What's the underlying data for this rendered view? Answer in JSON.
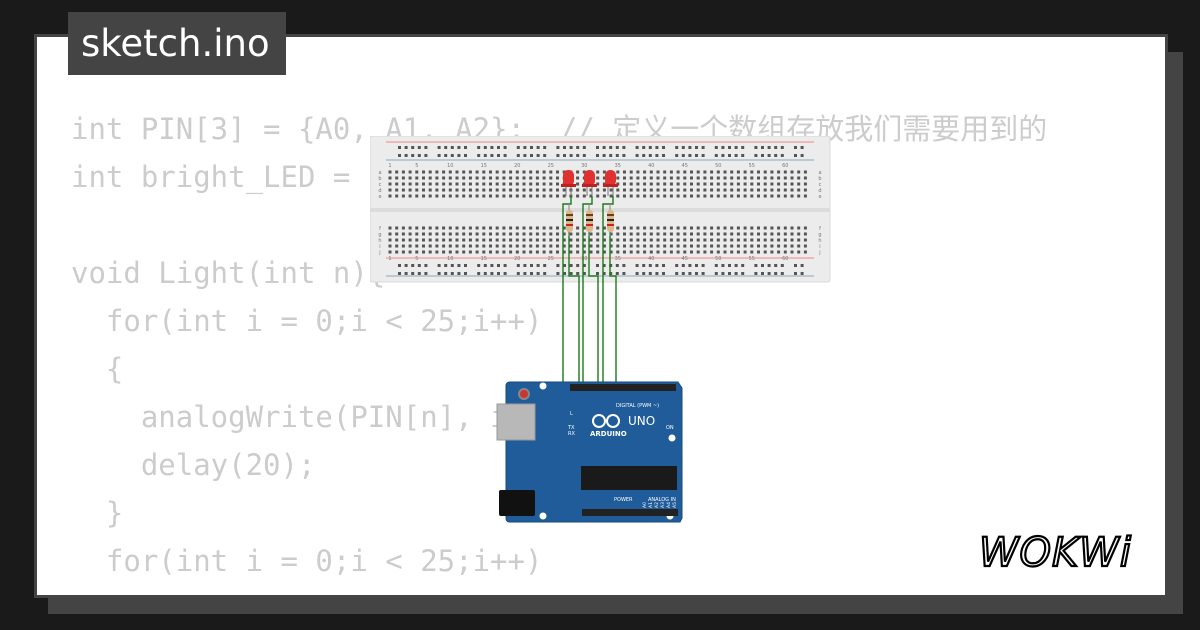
{
  "window": {
    "title": "sketch.ino"
  },
  "code": {
    "lines": [
      "int PIN[3] = {A0, A1, A2};  // 定义一个数组存放我们需要用到的",
      "int bright_LED = ",
      "",
      "void Light(int n){",
      "  for(int i = 0;i < 25;i++)",
      "  {",
      "    analogWrite(PIN[n], i * 10);",
      "    delay(20);",
      "  }",
      "  for(int i = 0;i < 25;i++)",
      "  {"
    ]
  },
  "breadboard": {
    "columns_top": [
      "1",
      "5",
      "10",
      "15",
      "20",
      "25",
      "30",
      "35",
      "40",
      "45",
      "50",
      "55",
      "60"
    ],
    "columns_bottom": [
      "1",
      "5",
      "10",
      "15",
      "20",
      "25",
      "30",
      "35",
      "40",
      "45",
      "50",
      "55",
      "60"
    ],
    "rows_left": [
      "a",
      "b",
      "c",
      "d",
      "e",
      "f",
      "g",
      "h",
      "i",
      "j"
    ],
    "rows_right": [
      "a",
      "b",
      "c",
      "d",
      "e",
      "f",
      "g",
      "h",
      "i",
      "j"
    ]
  },
  "arduino": {
    "brand": "ARDUINO",
    "model": "UNO",
    "label_digital": "DIGITAL (PWM ~)",
    "label_power": "POWER",
    "label_analog": "ANALOG IN",
    "label_on": "ON",
    "label_l": "L",
    "label_tx": "TX",
    "label_rx": "RX",
    "analog_pins": [
      "A0",
      "A1",
      "A2",
      "A3",
      "A4",
      "A5"
    ]
  },
  "logo": {
    "text": "WOKWi"
  },
  "colors": {
    "background": "#1a1a1a",
    "card": "#ffffff",
    "frame": "#444444",
    "code_text": "#cccccc",
    "wire": "#1a7a1a",
    "led": "#e03030",
    "board": "#1f5c99"
  }
}
